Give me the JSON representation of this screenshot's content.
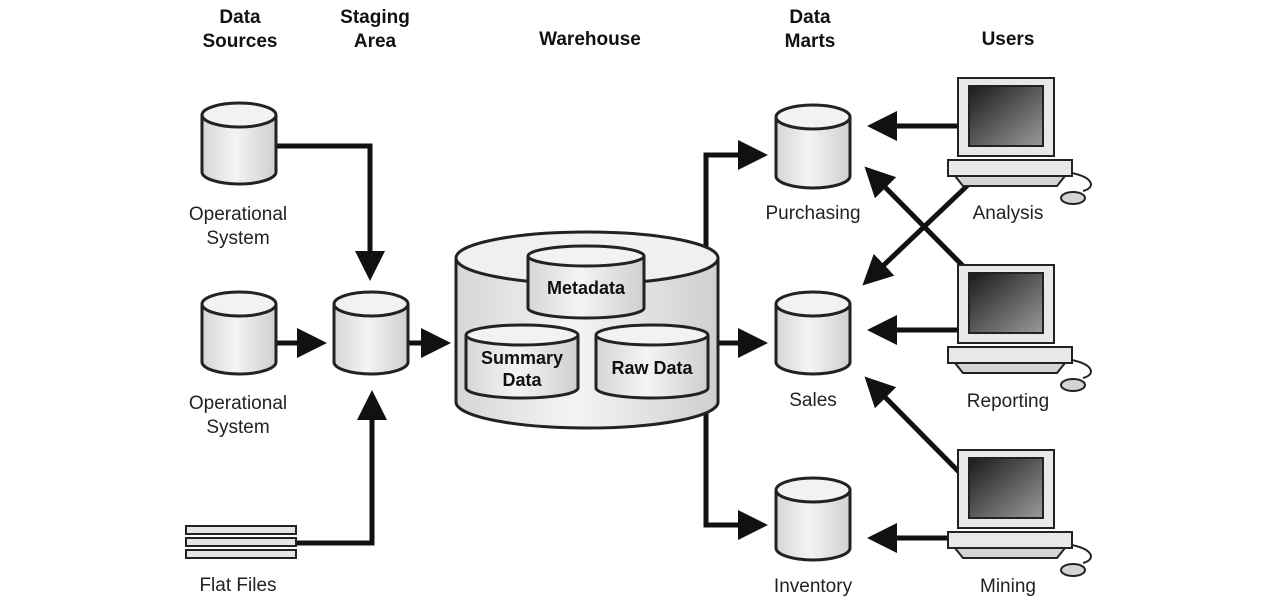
{
  "headers": {
    "data_sources": [
      "Data",
      "Sources"
    ],
    "staging_area": [
      "Staging",
      "Area"
    ],
    "warehouse": "Warehouse",
    "data_marts": [
      "Data",
      "Marts"
    ],
    "users": "Users"
  },
  "sources": {
    "op1": [
      "Operational",
      "System"
    ],
    "op2": [
      "Operational",
      "System"
    ],
    "flat": "Flat Files"
  },
  "warehouse": {
    "metadata": "Metadata",
    "summary": [
      "Summary",
      "Data"
    ],
    "raw": "Raw Data"
  },
  "marts": {
    "purchasing": "Purchasing",
    "sales": "Sales",
    "inventory": "Inventory"
  },
  "users": {
    "analysis": "Analysis",
    "reporting": "Reporting",
    "mining": "Mining"
  }
}
